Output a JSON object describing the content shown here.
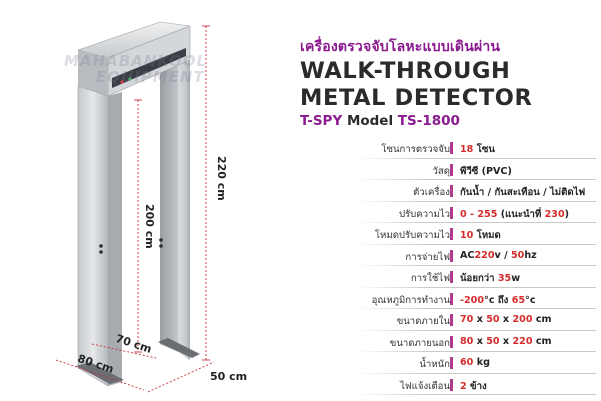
{
  "header": {
    "subtitle_th": "เครื่องตรวจจับโลหะแบบเดินผ่าน",
    "title_line1": "WALK-THROUGH",
    "title_line2": "METAL DETECTOR",
    "brand": "T-SPY",
    "model_word": "Model",
    "model_code": "TS-1800"
  },
  "watermark": {
    "line1": "MAHABANKOOL",
    "line2": "EQUIPMENT"
  },
  "dimensions": {
    "height_outer": "220 cm",
    "height_inner": "200 cm",
    "depth_inner": "70 cm",
    "width_outer": "80 cm",
    "depth_outer": "50 cm"
  },
  "specs": [
    {
      "label": "โซนการตรวจจับ",
      "value_parts": [
        {
          "t": "18",
          "hl": true
        },
        {
          "t": " โซน",
          "hl": false
        }
      ]
    },
    {
      "label": "วัสดุ",
      "value_parts": [
        {
          "t": "พีวีซี (PVC)",
          "hl": false
        }
      ]
    },
    {
      "label": "ตัวเครื่อง",
      "value_parts": [
        {
          "t": "กันน้ำ / กันสะเทือน / ไม่ติดไฟ",
          "hl": false
        }
      ]
    },
    {
      "label": "ปรับความไว",
      "value_parts": [
        {
          "t": "0 - 255",
          "hl": true
        },
        {
          "t": " (แนะนำที่ ",
          "hl": false
        },
        {
          "t": "230",
          "hl": true
        },
        {
          "t": ")",
          "hl": false
        }
      ]
    },
    {
      "label": "โหมดปรับความไว",
      "value_parts": [
        {
          "t": "10",
          "hl": true
        },
        {
          "t": " โหมด",
          "hl": false
        }
      ]
    },
    {
      "label": "การจ่ายไฟ",
      "value_parts": [
        {
          "t": "AC",
          "hl": false
        },
        {
          "t": "220",
          "hl": true
        },
        {
          "t": "v / ",
          "hl": false
        },
        {
          "t": "50",
          "hl": true
        },
        {
          "t": "hz",
          "hl": false
        }
      ]
    },
    {
      "label": "การใช้ไฟ",
      "value_parts": [
        {
          "t": "น้อยกว่า ",
          "hl": false
        },
        {
          "t": "35",
          "hl": true
        },
        {
          "t": "w",
          "hl": false
        }
      ]
    },
    {
      "label": "อุณหภูมิการทำงาน",
      "value_parts": [
        {
          "t": "-200",
          "hl": true
        },
        {
          "t": "°c ถึง ",
          "hl": false
        },
        {
          "t": "65",
          "hl": true
        },
        {
          "t": "°c",
          "hl": false
        }
      ]
    },
    {
      "label": "ขนาดภายใน",
      "value_parts": [
        {
          "t": "70",
          "hl": true
        },
        {
          "t": " x ",
          "hl": false
        },
        {
          "t": "50",
          "hl": true
        },
        {
          "t": " x ",
          "hl": false
        },
        {
          "t": "200",
          "hl": true
        },
        {
          "t": " cm",
          "hl": false
        }
      ]
    },
    {
      "label": "ขนาดภายนอก",
      "value_parts": [
        {
          "t": "80",
          "hl": true
        },
        {
          "t": " x ",
          "hl": false
        },
        {
          "t": "50",
          "hl": true
        },
        {
          "t": " x ",
          "hl": false
        },
        {
          "t": "220",
          "hl": true
        },
        {
          "t": " cm",
          "hl": false
        }
      ]
    },
    {
      "label": "น้ำหนัก",
      "value_parts": [
        {
          "t": "60",
          "hl": true
        },
        {
          "t": " kg",
          "hl": false
        }
      ]
    },
    {
      "label": "ไฟแจ้งเตือน",
      "value_parts": [
        {
          "t": "2",
          "hl": true
        },
        {
          "t": " ข้าง",
          "hl": false
        }
      ]
    }
  ],
  "colors": {
    "accent": "#8a1a8f",
    "highlight": "#d62b2b",
    "bar": "#b03a8e",
    "dimension": "#c8323a"
  }
}
